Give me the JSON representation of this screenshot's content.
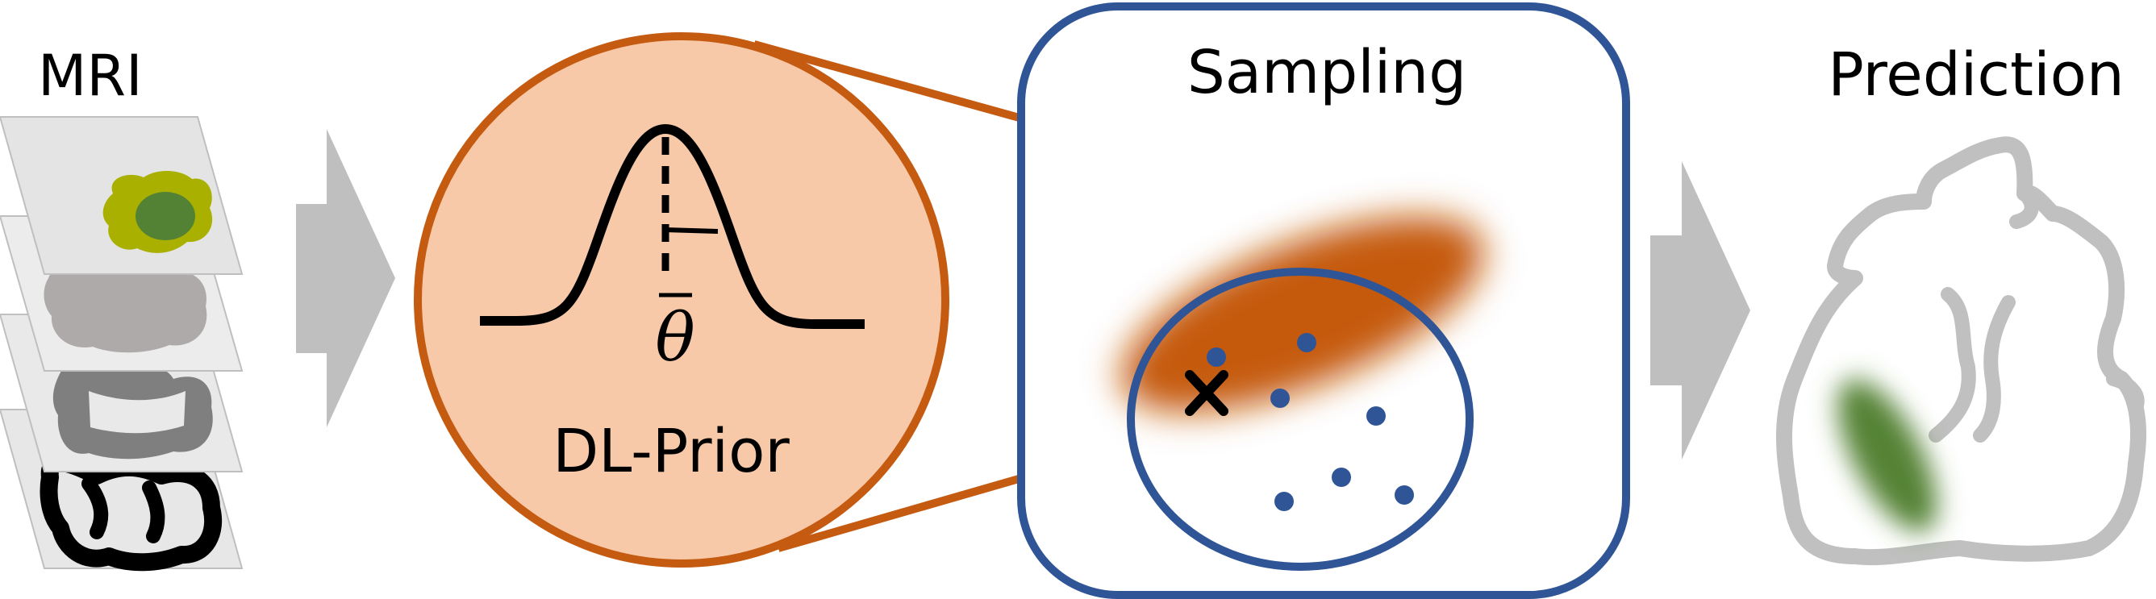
{
  "labels": {
    "mri": "MRI",
    "sampling": "Sampling",
    "prediction": "Prediction",
    "prior": "DL-Prior",
    "theta": "θ"
  },
  "colors": {
    "prior_fill": "#f7c9a9",
    "prior_stroke": "#c55a11",
    "sampling_stroke": "#2f5597",
    "sample_point": "#2f5597",
    "arrow": "#bfbfbf",
    "outline_gray": "#c0c0c0",
    "tumor_green": "#548235",
    "edema_yellow": "#a9b000",
    "curve": "#000000"
  },
  "icons": {
    "estimate_marker": "x-mark-icon",
    "flow_arrow": "right-arrow-icon"
  },
  "sampling": {
    "sample_count": 7
  }
}
